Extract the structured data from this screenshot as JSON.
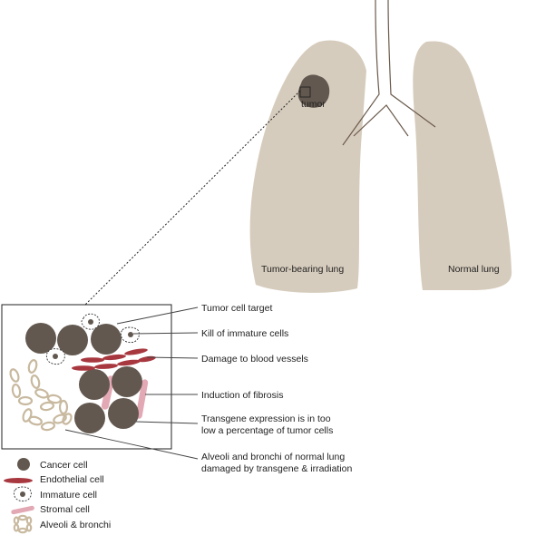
{
  "colors": {
    "lung": "#d6ccbd",
    "cancer_cell": "#62584f",
    "endothelial": "#a8383f",
    "stromal": "#e2a8b4",
    "alveoli": "#c8b99f",
    "line": "#444444",
    "airway": "#6a5a4c"
  },
  "lungs": {
    "tumor_lung_label": "Tumor-bearing lung",
    "normal_lung_label": "Normal lung",
    "tumor_label": "tumor"
  },
  "callouts": [
    {
      "id": "tumor-cell-target",
      "lines": [
        "Tumor cell target"
      ]
    },
    {
      "id": "kill-immature",
      "lines": [
        "Kill of immature cells"
      ]
    },
    {
      "id": "damage-vessels",
      "lines": [
        "Damage to blood vessels"
      ]
    },
    {
      "id": "induction-fibrosis",
      "lines": [
        "Induction of fibrosis"
      ]
    },
    {
      "id": "transgene-expression",
      "lines": [
        "Transgene expression is in too",
        "low a percentage of tumor cells"
      ]
    },
    {
      "id": "alveoli-damage",
      "lines": [
        "Alveoli and bronchi of normal lung",
        "damaged by transgene & irradiation"
      ]
    }
  ],
  "legend": [
    {
      "id": "cancer-cell",
      "label": "Cancer cell"
    },
    {
      "id": "endothelial-cell",
      "label": "Endothelial cell"
    },
    {
      "id": "immature-cell",
      "label": "Immature cell"
    },
    {
      "id": "stromal-cell",
      "label": "Stromal cell"
    },
    {
      "id": "alveoli-bronchi",
      "label": "Alveoli & bronchi"
    }
  ]
}
